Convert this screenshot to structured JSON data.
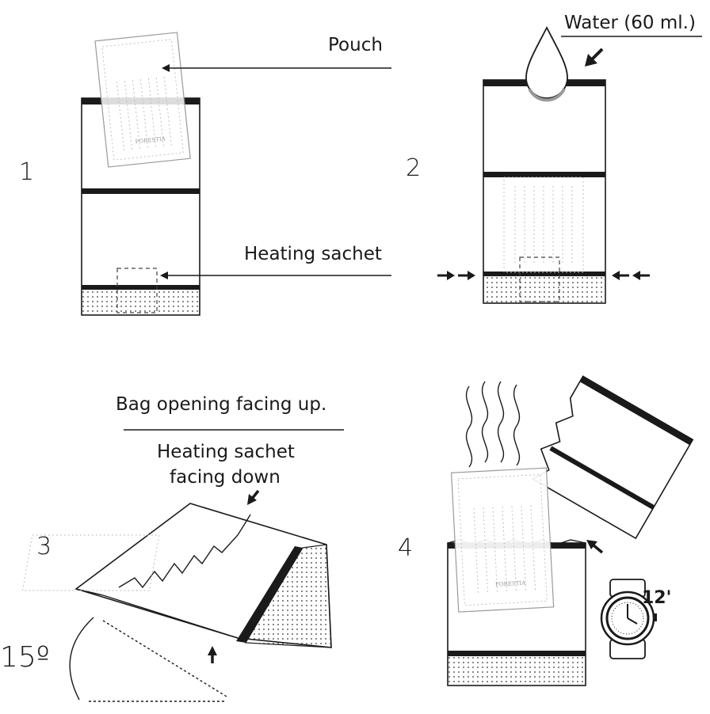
{
  "steps": [
    {
      "number": "1",
      "labels": [
        "Pouch",
        "Heating sachet"
      ]
    },
    {
      "number": "2",
      "labels": [
        "Water (60 ml.)"
      ]
    },
    {
      "number": "3",
      "labels": [
        "Bag opening facing up.",
        "Heating sachet",
        "facing down",
        "15º"
      ]
    },
    {
      "number": "4",
      "labels": [
        "12'"
      ]
    }
  ],
  "brand": "FORESTIA",
  "colors": {
    "ink": "#1a1a1a",
    "paper": "#ffffff",
    "pouch_line": "#9a9a9a"
  }
}
